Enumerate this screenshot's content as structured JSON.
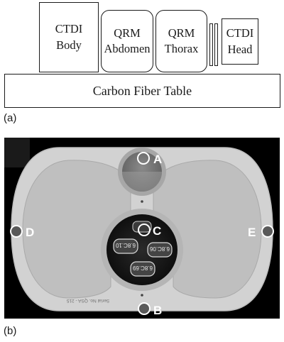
{
  "panel_a": {
    "label": "(a)",
    "boxes": {
      "ctdi_body": "CTDI\nBody",
      "qrm_abdomen": "QRM\nAbdomen",
      "qrm_thorax": "QRM\nThorax",
      "ctdi_head": "CTDI\nHead"
    },
    "table": "Carbon Fiber Table"
  },
  "panel_b": {
    "label": "(b)",
    "positions": [
      "A",
      "B",
      "C",
      "D",
      "E"
    ],
    "inserts": [
      "6.8C.10",
      "6.8C.06",
      "6.8C.69"
    ],
    "serial": "Serial No. QSA - 215"
  }
}
